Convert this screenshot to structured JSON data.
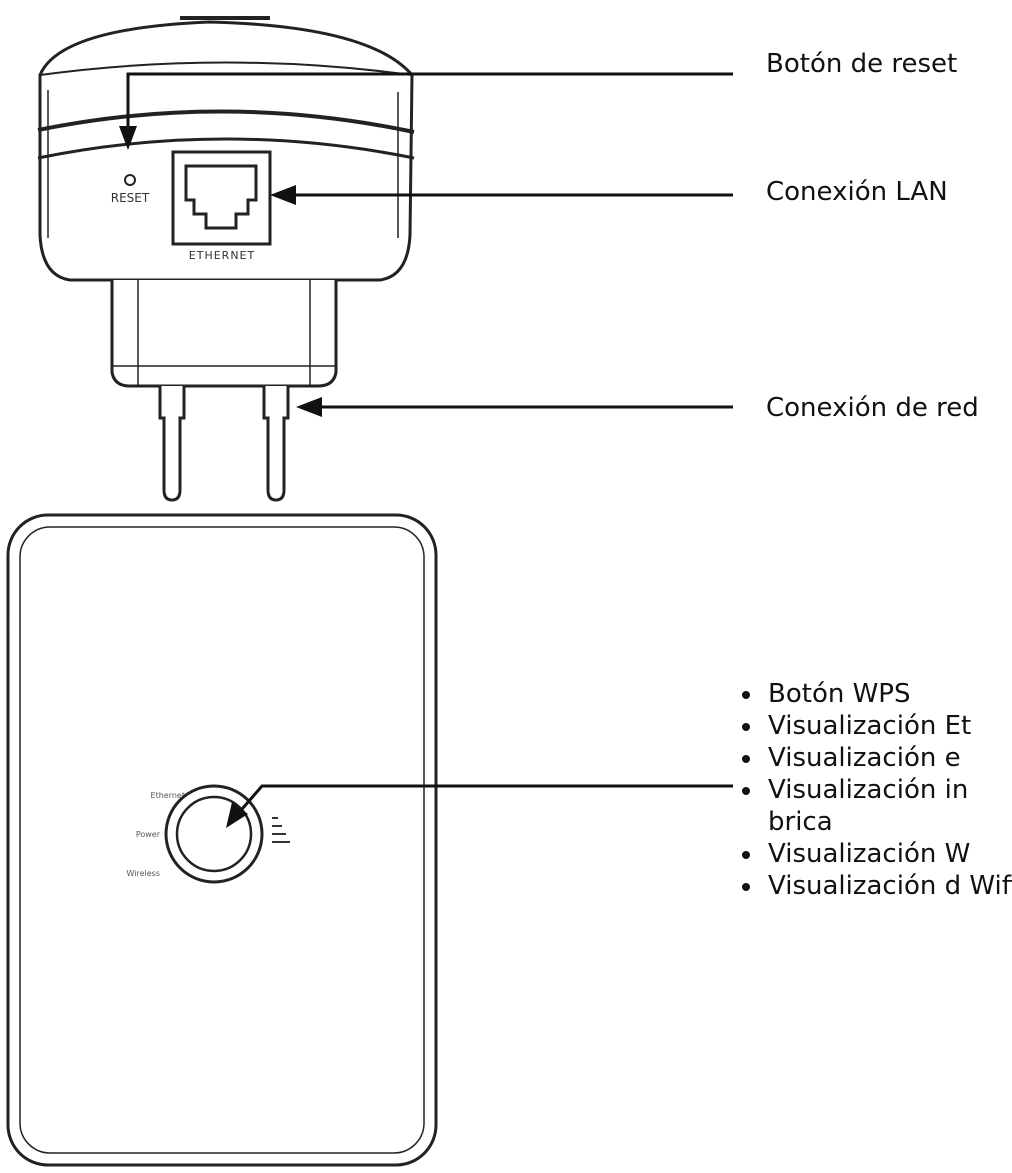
{
  "labels": {
    "reset_button": "Botón de reset",
    "lan": "Conexión LAN",
    "power": "Conexión de red"
  },
  "panel_items": [
    "Botón WPS",
    "Visualización Et",
    "Visualización e",
    "Visualización in brica",
    "Visualización W",
    "Visualización d Wifi"
  ],
  "device_text": {
    "reset": "RESET",
    "ethernet": "ETHERNET",
    "led_ethernet": "Ethernet",
    "led_power": "Power",
    "led_wireless": "Wireless"
  },
  "colors": {
    "line": "#111111",
    "device_stroke": "#222222",
    "device_fill": "#ffffff"
  }
}
